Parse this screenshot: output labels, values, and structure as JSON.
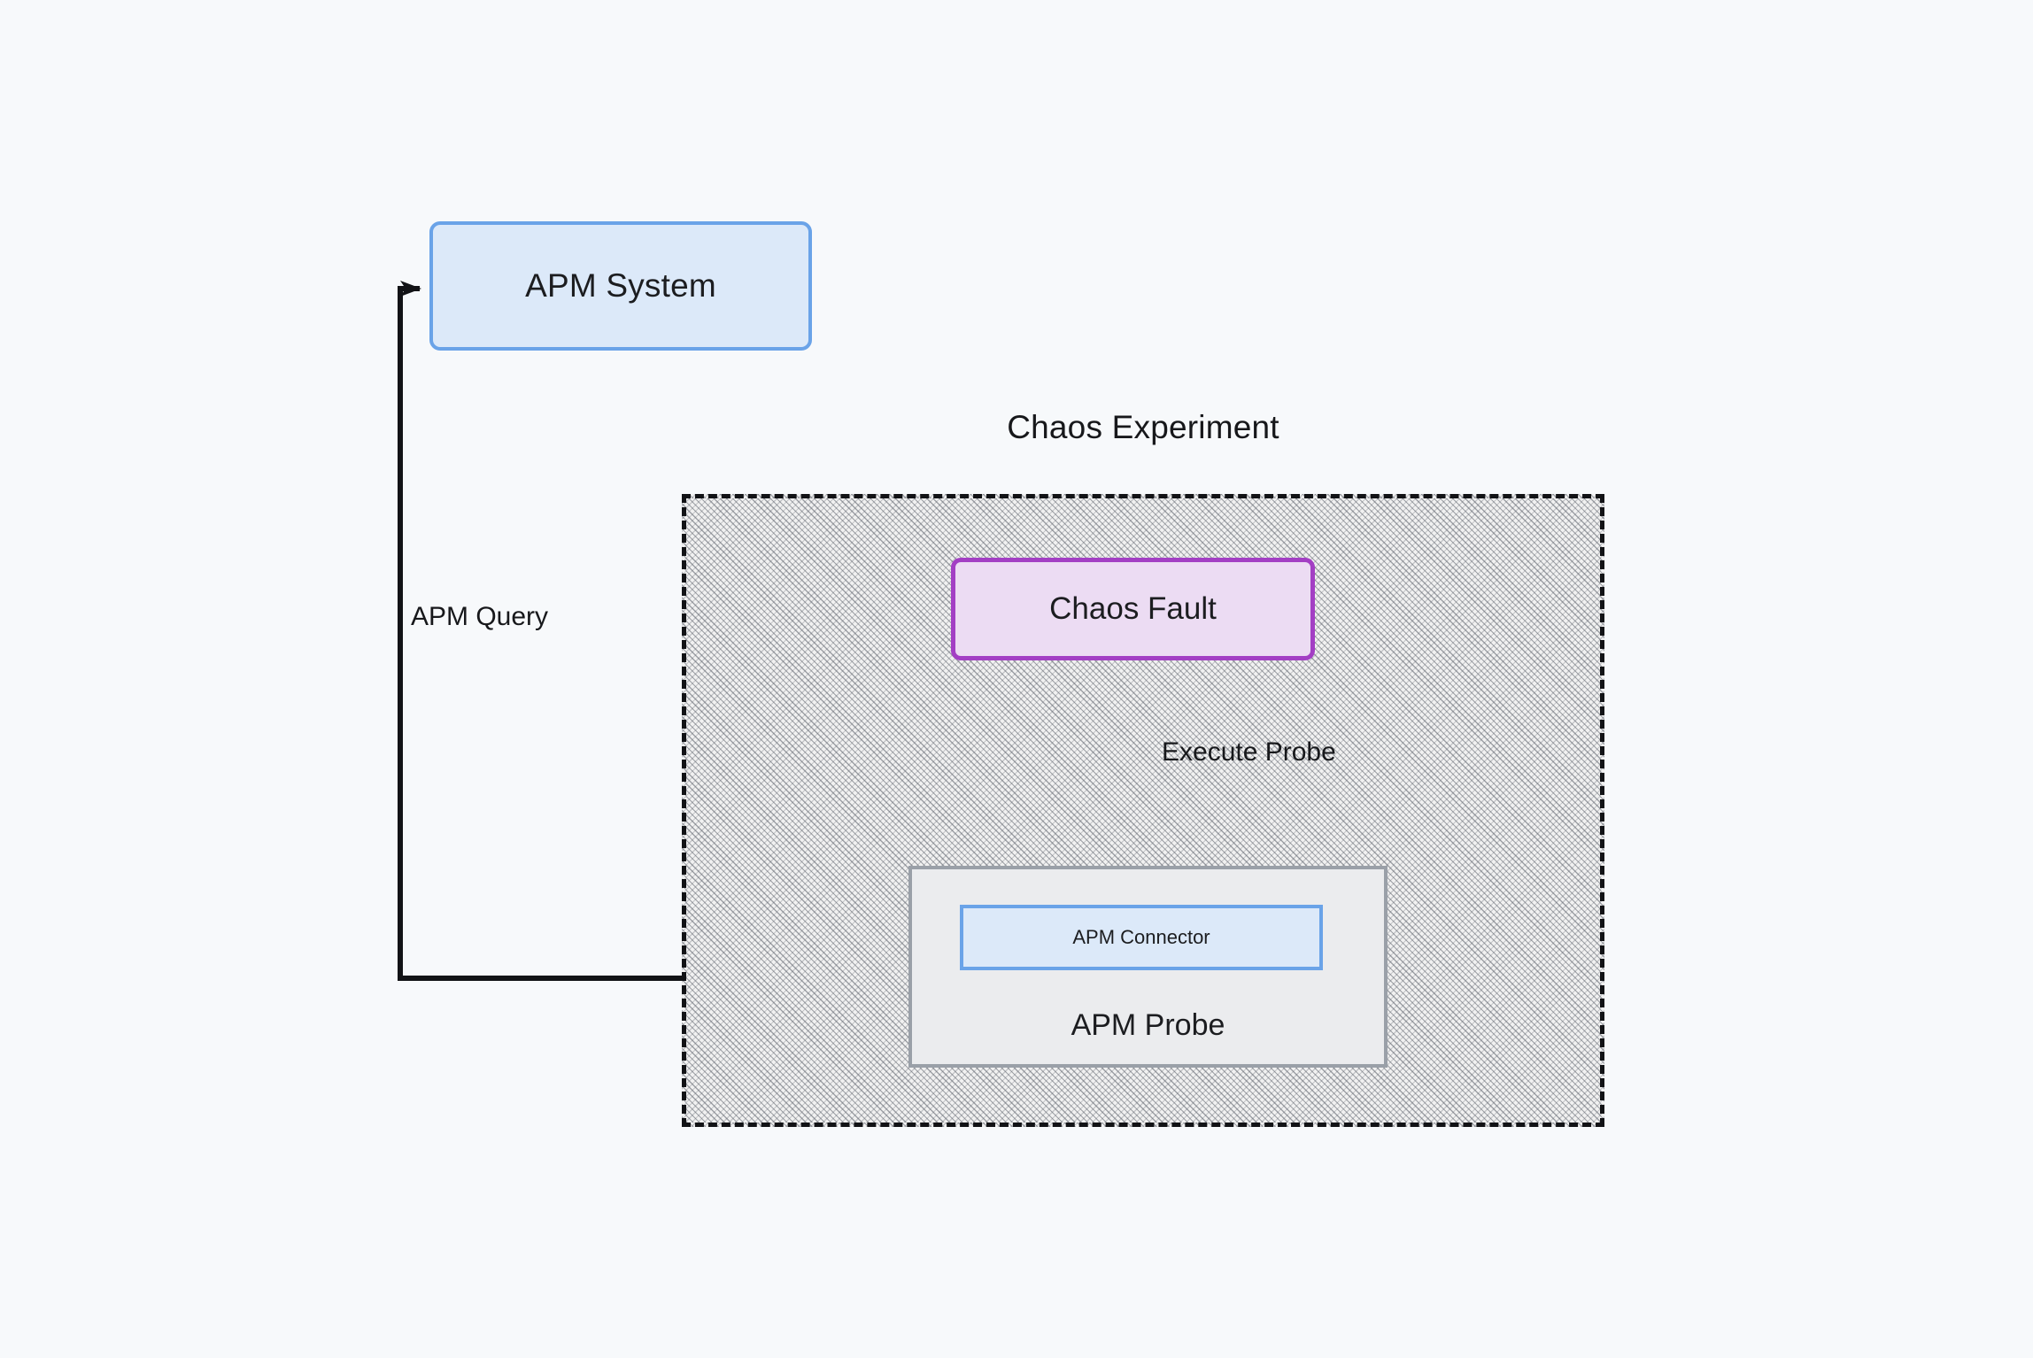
{
  "diagram": {
    "background_color": "#f7f9fb",
    "group": {
      "title": "Chaos Experiment",
      "border_style": "dashed",
      "fill": "hatched"
    },
    "nodes": [
      {
        "id": "apm-system",
        "label": "APM System",
        "fill_color": "#dce9f9",
        "border_color": "#6aa3e8"
      },
      {
        "id": "chaos-fault",
        "label": "Chaos Fault",
        "fill_color": "#ecdcf3",
        "border_color": "#a33fc4"
      },
      {
        "id": "apm-probe",
        "label": "APM Probe",
        "fill_color": "#ebecee",
        "border_color": "#9aa0a8"
      },
      {
        "id": "apm-connector",
        "label": "APM Connector",
        "fill_color": "#dce9f9",
        "border_color": "#6aa3e8"
      }
    ],
    "edges": [
      {
        "id": "execute-probe",
        "label": "Execute Probe",
        "from": "chaos-fault",
        "to": "apm-probe",
        "arrow": true,
        "color": "#121316"
      },
      {
        "id": "apm-query",
        "label": "APM Query",
        "from": "apm-probe",
        "to": "apm-system",
        "arrow": true,
        "color": "#121316"
      }
    ]
  }
}
